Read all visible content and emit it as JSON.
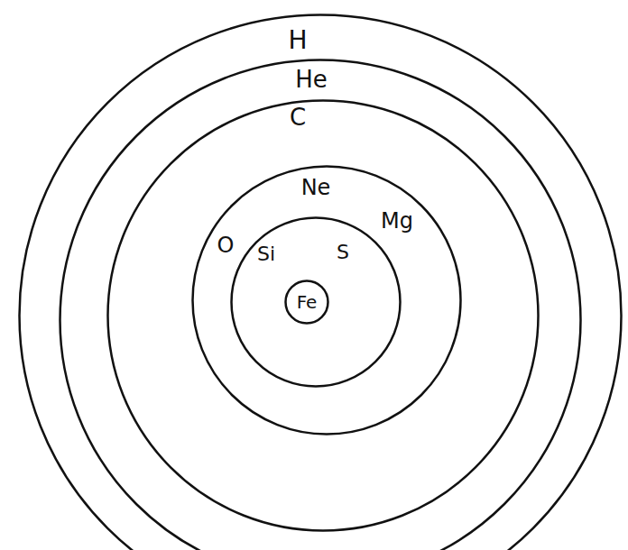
{
  "diagram": {
    "nodes": [
      {
        "text": [
          "H"
        ]
      },
      {
        "text": [
          "He"
        ],
        "in": 0
      },
      {
        "text": [
          "C"
        ],
        "in": 1
      },
      {
        "text": [
          "Ne",
          "O",
          "Mg"
        ],
        "in": 2
      },
      {
        "text": [
          "Si",
          "S"
        ],
        "in": 3
      },
      {
        "text": [
          "Fe"
        ],
        "in": 4
      }
    ]
  }
}
